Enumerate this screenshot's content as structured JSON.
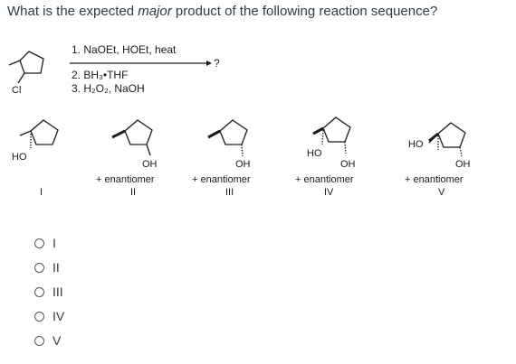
{
  "question": {
    "before": "What is the expected ",
    "emphasis": "major",
    "after": " product of the following reaction sequence?"
  },
  "reaction": {
    "start_label": "Cl",
    "step1": "1. NaOEt, HOEt, heat",
    "step2": "2. BH₃•THF",
    "step3": "3. H₂O₂, NaOH",
    "product_placeholder": "?"
  },
  "candidates": [
    {
      "numeral": "I",
      "oh1": "HO",
      "enantiomer": ""
    },
    {
      "numeral": "II",
      "oh1": "OH",
      "enantiomer": "+ enantiomer"
    },
    {
      "numeral": "III",
      "oh1": "OH",
      "enantiomer": "+ enantiomer"
    },
    {
      "numeral": "IV",
      "oh1": "HO",
      "oh2": "OH",
      "enantiomer": "+ enantiomer"
    },
    {
      "numeral": "V",
      "oh1": "HO",
      "oh2": "OH",
      "enantiomer": "+ enantiomer"
    }
  ],
  "choices": [
    "I",
    "II",
    "III",
    "IV",
    "V"
  ]
}
